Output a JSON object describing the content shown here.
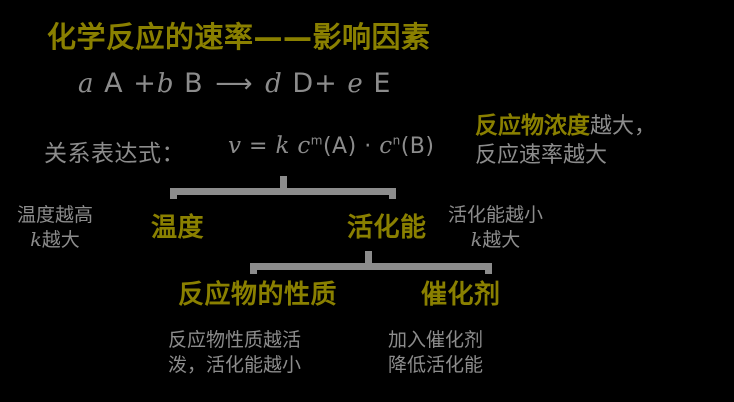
{
  "slide": {
    "background_color": "#000000",
    "accent_color": "#8a8000",
    "body_color": "#8c8c8c",
    "title": "化学反应的速率——影响因素"
  },
  "equation": {
    "a": "a",
    "A": "A",
    "plus1": "+",
    "b": "b",
    "B": "B",
    "arrow": "⟶",
    "d": "d",
    "D": "D",
    "plus2": "+",
    "e": "e",
    "E": "E"
  },
  "rate_expression": {
    "label": "关系表达式：",
    "v": "v",
    "equals": "=",
    "k": "k",
    "c1": "c",
    "m": "m",
    "A": "(A)",
    "dot": "·",
    "c2": "c",
    "n": "n",
    "B": "(B)"
  },
  "concentration_note": {
    "highlight": "反应物浓度",
    "line1_rest": "越大，",
    "line2": "反应速率越大"
  },
  "factors": [
    {
      "id": "temperature",
      "label": "温度",
      "note_line1": "温度越高",
      "note_line2_k": "k",
      "note_line2_rest": "越大"
    },
    {
      "id": "activation-energy",
      "label": "活化能",
      "note_line1": "活化能越小",
      "note_line2_k": "k",
      "note_line2_rest": "越大"
    },
    {
      "id": "reactant-nature",
      "label": "反应物的性质",
      "note_line1": "反应物性质越活",
      "note_line2": "泼，活化能越小"
    },
    {
      "id": "catalyst",
      "label": "催化剂",
      "note_line1": "加入催化剂",
      "note_line2": "降低活化能"
    }
  ]
}
